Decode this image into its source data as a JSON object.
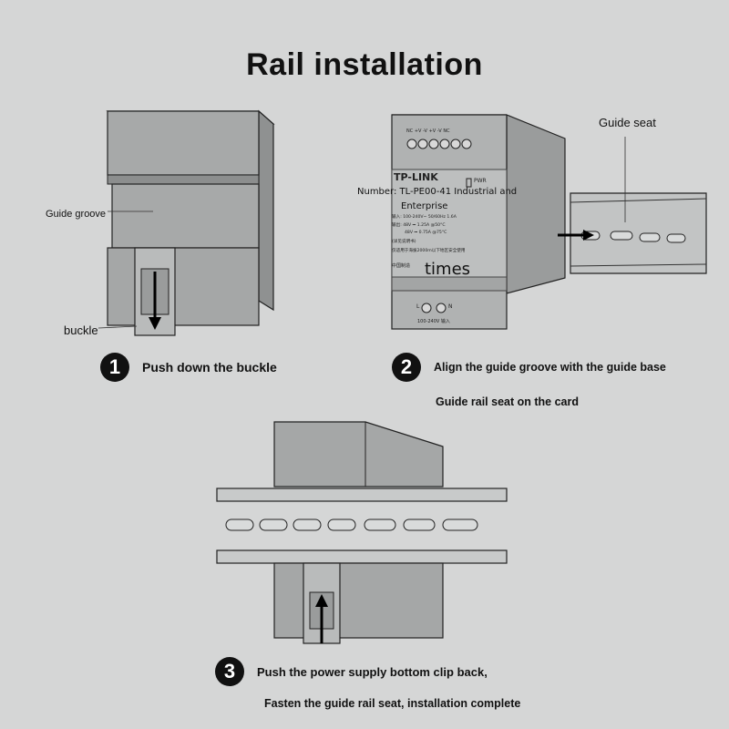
{
  "title": "Rail installation",
  "labels": {
    "guide_groove": "Guide groove",
    "buckle": "buckle",
    "guide_seat": "Guide seat"
  },
  "device": {
    "brand": "TP-LINK",
    "pwr": "PWR",
    "model_line": "Number: TL-PE00-41 Industrial and",
    "model_line2": "Enterprise",
    "overlay_word": "times",
    "spec_input": "输入: 100-240V~ 50/60Hz 1.6A",
    "spec_out1": "输出: 48V ⎓ 1.25A @50°C",
    "spec_out2": "48V ⎓ 0.75A @75°C",
    "spec_note": "(详见说明书)",
    "spec_warn": "仅适用于海拔2000m以下地区安全使用",
    "made_in": "中国制造",
    "terminals_top": [
      "NC",
      "+V",
      "-V",
      "+V",
      "-V",
      "NC"
    ],
    "terminal_l": "L",
    "terminal_n": "N",
    "input_label": "100-240V 输入"
  },
  "steps": [
    {
      "number": "1",
      "text": "Push down the buckle",
      "sub": ""
    },
    {
      "number": "2",
      "text": "Align the guide groove with the guide base",
      "sub": "Guide rail seat on the card"
    },
    {
      "number": "3",
      "text": "Push the power supply bottom clip back,",
      "sub": "Fasten the guide rail seat, installation complete"
    }
  ]
}
